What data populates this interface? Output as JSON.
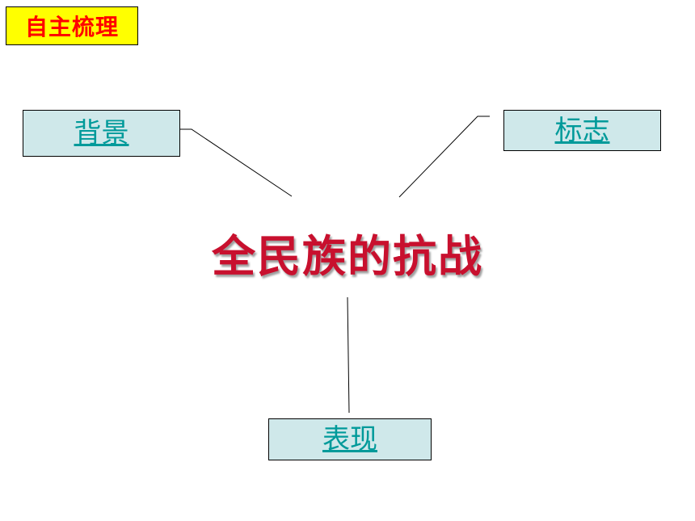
{
  "header": {
    "badge_label": "自主梳理"
  },
  "diagram": {
    "center_title": "全民族的抗战",
    "nodes": {
      "background": "背景",
      "mark": "标志",
      "manifestation": "表现"
    }
  },
  "colors": {
    "badge_bg": "#ffff00",
    "badge_text": "#ff0000",
    "node_bg": "#cfe8ea",
    "link_text": "#009a9a",
    "center_text": "#c8102e"
  }
}
